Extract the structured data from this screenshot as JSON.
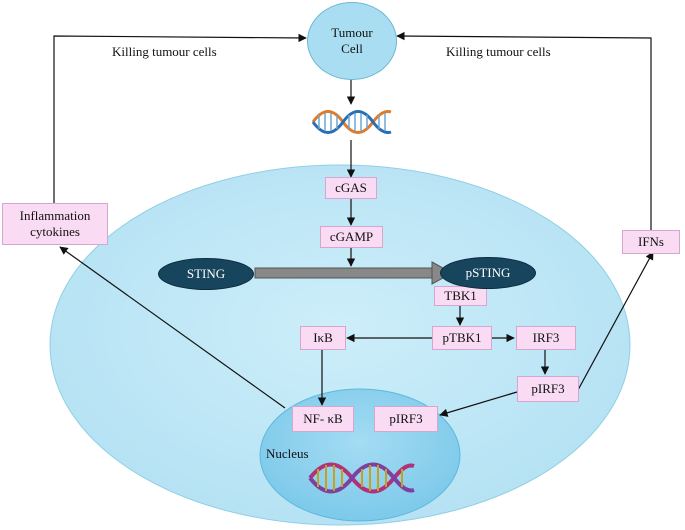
{
  "nodes": {
    "tumour_cell": "Tumour\nCell",
    "cgas": "cGAS",
    "cgamp": "cGAMP",
    "sting": "STING",
    "psting": "pSTING",
    "tbk1": "TBK1",
    "ptbk1": "pTBK1",
    "ikb": "IκB",
    "irf3": "IRF3",
    "pirf3_cyto": "pIRF3",
    "nfkb": "NF- κB",
    "pirf3_nuc": "pIRF3",
    "nucleus": "Nucleus",
    "inflammation": "Inflammation\ncytokines",
    "ifns": "IFNs"
  },
  "labels": {
    "killing_left": "Killing tumour cells",
    "killing_right": "Killing tumour cells"
  },
  "colors": {
    "cell": "#bfe6f6",
    "nucleus": "#8fd2ef",
    "box_fill": "#f9dcf4",
    "pill": "#17455e",
    "arrow": "#111111",
    "dna_strand_a": "#e07b2a",
    "dna_strand_b": "#2a6fb5",
    "dna_nuc_strand_a": "#b0307a",
    "dna_nuc_strand_b": "#7d3fa0"
  },
  "icons": {
    "dna_top": "dna-helix-icon",
    "dna_nucleus": "dna-helix-icon"
  }
}
